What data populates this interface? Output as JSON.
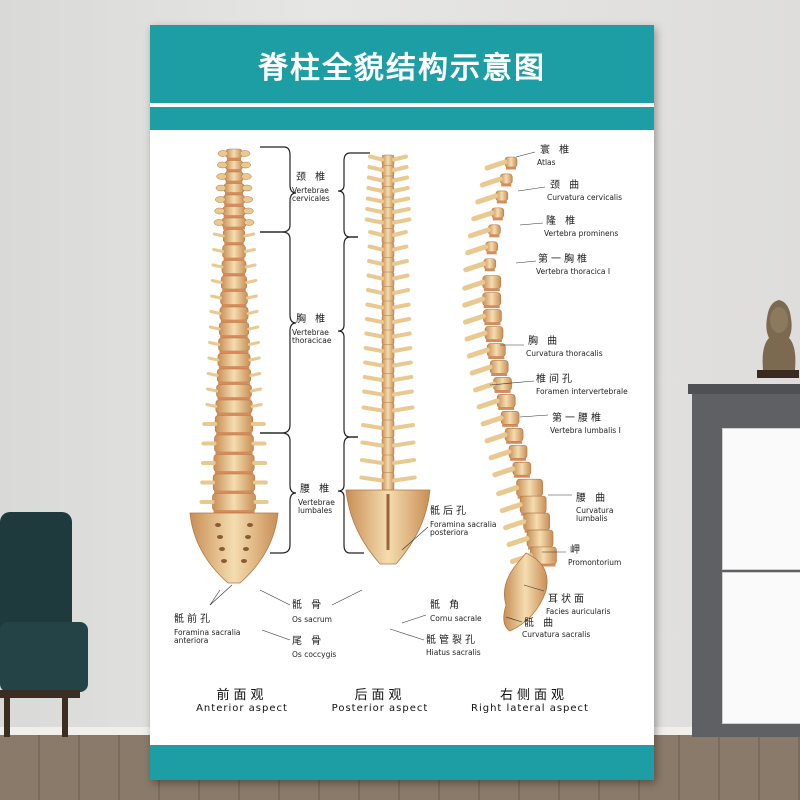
{
  "title": "脊柱全貌结构示意图",
  "colors": {
    "banner": "#1c9ea4",
    "bone": "#e9c98f",
    "disc": "#d88a5a"
  },
  "anterior_labels": {
    "cervical_zh": "颈 椎",
    "cervical_en1": "Vertebrae",
    "cervical_en2": "cervicales",
    "thoracic_zh": "胸 椎",
    "thoracic_en1": "Vertebrae",
    "thoracic_en2": "thoracicae",
    "lumbar_zh": "腰 椎",
    "lumbar_en1": "Vertebrae",
    "lumbar_en2": "lumbales",
    "foramina_zh": "骶前孔",
    "foramina_en1": "Foramina sacralia",
    "foramina_en2": "anteriora",
    "sacrum_zh": "骶 骨",
    "sacrum_en": "Os sacrum",
    "coccyx_zh": "尾 骨",
    "coccyx_en": "Os coccygis"
  },
  "posterior_labels": {
    "foramina_zh": "骶后孔",
    "foramina_en1": "Foramina sacralia",
    "foramina_en2": "posteriora",
    "cornu_zh": "骶 角",
    "cornu_en": "Cornu sacrale",
    "hiatus_zh": "骶管裂孔",
    "hiatus_en": "Hiatus sacralis"
  },
  "lateral_labels": {
    "atlas_zh": "寰 椎",
    "atlas_en": "Atlas",
    "cerv_curve_zh": "颈 曲",
    "cerv_curve_en": "Curvatura cervicalis",
    "prominens_zh": "隆 椎",
    "prominens_en": "Vertebra prominens",
    "t1_zh": "第一胸椎",
    "t1_en": "Vertebra thoracica I",
    "thor_curve_zh": "胸 曲",
    "thor_curve_en": "Curvatura thoracalis",
    "interv_zh": "椎间孔",
    "interv_en": "Foramen intervertebrale",
    "l1_zh": "第一腰椎",
    "l1_en": "Vertebra lumbalis I",
    "lumb_curve_zh": "腰 曲",
    "lumb_curve_en1": "Curvatura",
    "lumb_curve_en2": "lumbalis",
    "promont_zh": "岬",
    "promont_en": "Promontorium",
    "auric_zh": "耳状面",
    "auric_en": "Facies auricularis",
    "sacr_curve_zh": "骶 曲",
    "sacr_curve_en": "Curvatura sacralis"
  },
  "captions": {
    "anterior_zh": "前面观",
    "anterior_en": "Anterior aspect",
    "posterior_zh": "后面观",
    "posterior_en": "Posterior aspect",
    "lateral_zh": "右侧面观",
    "lateral_en": "Right lateral aspect"
  }
}
